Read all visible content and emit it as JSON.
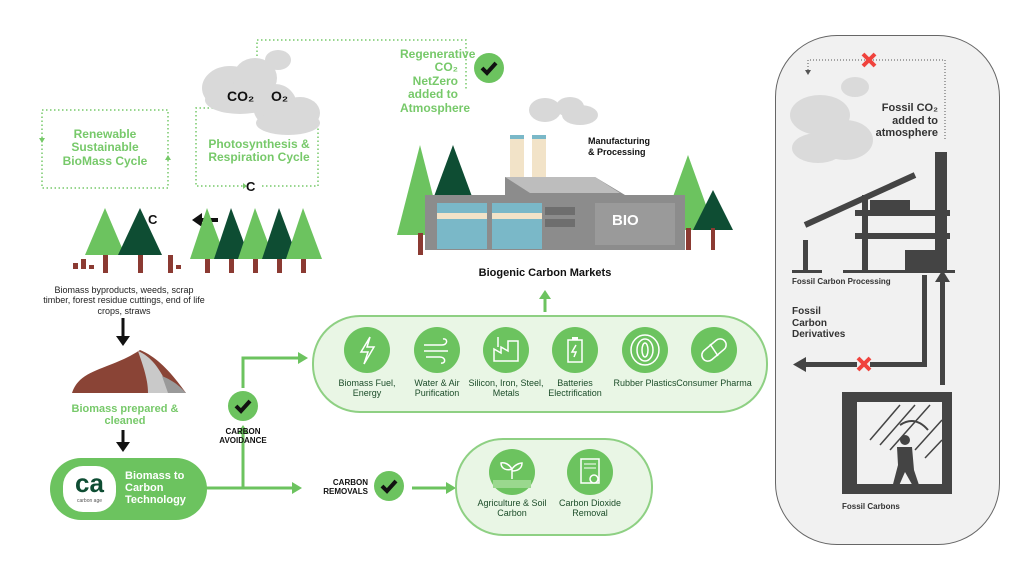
{
  "colors": {
    "brand_green": "#6cc35f",
    "dark_tree": "#0e4d33",
    "light_tree": "#6cc35f",
    "fossil_gray": "#444444",
    "cross_red": "#f0433d"
  },
  "cycles": {
    "renewable": "Renewable Sustainable BioMass Cycle",
    "photosynthesis": "Photosynthesis & Respiration Cycle",
    "co2": "CO₂",
    "o2": "O₂",
    "carbon_c_bottom": "C",
    "carbon_c_arrow": "C",
    "regenerative": "Regenerative CO₂ NetZero added to Atmosphere"
  },
  "factory": {
    "caption": "Manufacturing & Processing",
    "sign": "BIO",
    "markets": "Biogenic Carbon Markets"
  },
  "biomass": {
    "sources": "Biomass byproducts, weeds, scrap timber, forest residue cuttings, end of life crops, straws",
    "prepared": "Biomass prepared & cleaned",
    "technology": "Biomass to Carbon Technology",
    "logo_text": "ca",
    "logo_sub": "carbon age"
  },
  "avoidance": {
    "label": "CARBON AVOIDANCE"
  },
  "removals": {
    "label": "CARBON REMOVALS"
  },
  "markets": [
    {
      "icon": "lightning-icon",
      "label": "Biomass Fuel, Energy"
    },
    {
      "icon": "wind-icon",
      "label": "Water & Air Purification"
    },
    {
      "icon": "factory-icon",
      "label": "Silicon, Iron, Steel, Metals"
    },
    {
      "icon": "battery-icon",
      "label": "Batteries Electrification"
    },
    {
      "icon": "tire-icon",
      "label": "Rubber Plastics"
    },
    {
      "icon": "pill-icon",
      "label": "Consumer Pharma"
    }
  ],
  "removal_markets": [
    {
      "icon": "sprout-icon",
      "label": "Agriculture & Soil Carbon"
    },
    {
      "icon": "certificate-icon",
      "label": "Carbon Dioxide Removal"
    }
  ],
  "fossil": {
    "co2": "Fossil CO₂ added to atmosphere",
    "processing": "Fossil Carbon Processing",
    "derivatives": "Fossil Carbon Derivatives",
    "carbons": "Fossil Carbons"
  }
}
